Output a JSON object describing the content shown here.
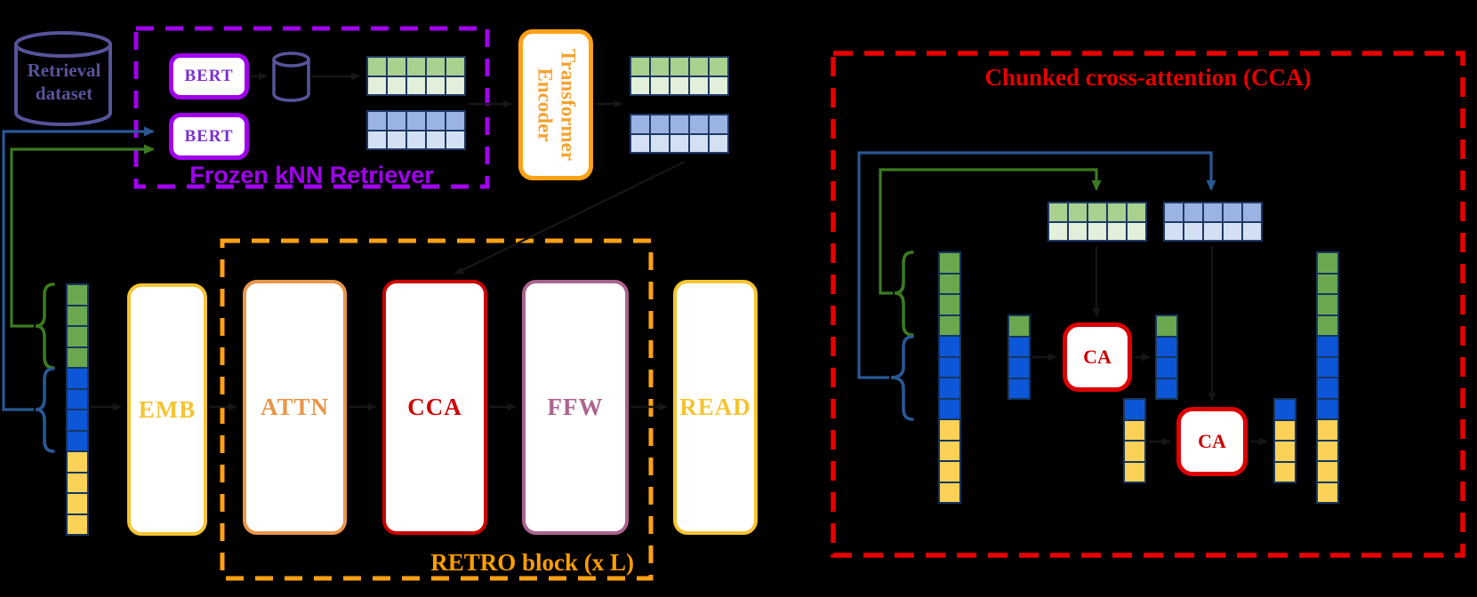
{
  "palette": {
    "background": "#000000",
    "slate_purple": "#57549b",
    "violet": "#a100f0",
    "bert_text": "#7b2fd0",
    "orange": "#ffa115",
    "encoder_text": "#f5a232",
    "retro_label_orange": "#ff9d00",
    "gold": "#f5c431",
    "attn_orange": "#e9964a",
    "cca_red": "#cc0000",
    "bright_red": "#e80000",
    "ffw_plum": "#ab6390",
    "ca_border": "#dd0000",
    "token_green": "#6aa84f",
    "token_blue": "#0e56d8",
    "token_yellow": "#fbd157",
    "token_border": "#17365d",
    "grid_border": "#1f3864",
    "grid_green_dark": "#a9d08e",
    "grid_green_light": "#e2efda",
    "grid_blue_dark": "#9ab3e2",
    "grid_blue_light": "#d3e0f4",
    "line_blue": "#2a5794",
    "line_green": "#3b7a20",
    "connector_dark": "#161616"
  },
  "retrieval": {
    "dataset_label": "Retrieval dataset",
    "retriever_label": "Frozen kNN Retriever",
    "bert_top": "BERT",
    "bert_bottom": "BERT"
  },
  "encoder": {
    "label": "Transformer Encoder"
  },
  "main_row": {
    "emb": "EMB",
    "attn": "ATTN",
    "cca": "CCA",
    "ffw": "FFW",
    "read": "READ",
    "retro_label": "RETRO block (x L)"
  },
  "cca_detail": {
    "title": "Chunked cross-attention (CCA)",
    "ca_top": "CA",
    "ca_bottom": "CA"
  },
  "grids": {
    "retriever_green": {
      "cols": 5,
      "row_colors": [
        "grid_green_dark",
        "grid_green_light"
      ]
    },
    "retriever_blue": {
      "cols": 5,
      "row_colors": [
        "grid_blue_dark",
        "grid_blue_light"
      ]
    },
    "encoder_green": {
      "cols": 5,
      "row_colors": [
        "grid_green_dark",
        "grid_green_light"
      ]
    },
    "encoder_blue": {
      "cols": 5,
      "row_colors": [
        "grid_blue_dark",
        "grid_blue_light"
      ]
    },
    "cca_green": {
      "cols": 5,
      "row_colors": [
        "grid_green_dark",
        "grid_green_light"
      ]
    },
    "cca_blue": {
      "cols": 5,
      "row_colors": [
        "grid_blue_dark",
        "grid_blue_light"
      ]
    }
  },
  "columns": {
    "input_sequence": [
      "token_green",
      "token_green",
      "token_green",
      "token_green",
      "token_blue",
      "token_blue",
      "token_blue",
      "token_blue",
      "token_yellow",
      "token_yellow",
      "token_yellow",
      "token_yellow"
    ],
    "cca_left_sequence": [
      "token_green",
      "token_green",
      "token_green",
      "token_green",
      "token_blue",
      "token_blue",
      "token_blue",
      "token_blue",
      "token_yellow",
      "token_yellow",
      "token_yellow",
      "token_yellow"
    ],
    "cca_right_sequence": [
      "token_green",
      "token_green",
      "token_green",
      "token_green",
      "token_blue",
      "token_blue",
      "token_blue",
      "token_blue",
      "token_yellow",
      "token_yellow",
      "token_yellow",
      "token_yellow"
    ],
    "cca_chunk_upper_left": [
      "token_green",
      "token_blue",
      "token_blue",
      "token_blue"
    ],
    "cca_chunk_upper_right": [
      "token_green",
      "token_blue",
      "token_blue",
      "token_blue"
    ],
    "cca_chunk_lower_left": [
      "token_blue",
      "token_yellow",
      "token_yellow",
      "token_yellow"
    ],
    "cca_chunk_lower_right": [
      "token_blue",
      "token_yellow",
      "token_yellow",
      "token_yellow"
    ]
  }
}
